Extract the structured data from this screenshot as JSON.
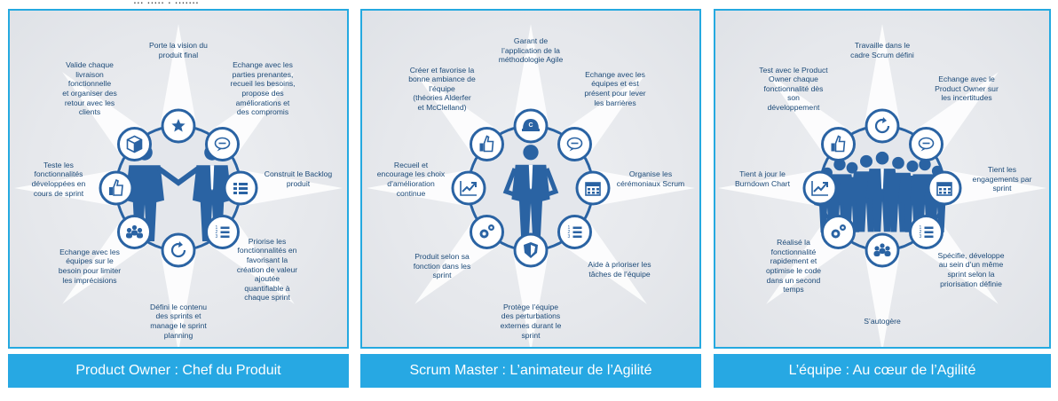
{
  "top_partial": "... ..... . .......",
  "colors": {
    "border": "#25a9e0",
    "caption_bg": "#27a8e3",
    "ring": "#2a63a3",
    "text": "#1c4a78"
  },
  "panels": [
    {
      "title": "Product Owner : Chef du Produit",
      "figure": "handshake",
      "icons": [
        "star-icon",
        "chat-icon",
        "list-icon",
        "numbered-list-icon",
        "cycle-icon",
        "team-icon",
        "thumbs-up-icon",
        "cube-icon"
      ],
      "texts": [
        "Porte la vision du\nproduit final",
        "Echange avec les\nparties prenantes,\nrecueil les besoins,\npropose des\naméliorations et\ndes compromis",
        "Construit le Backlog\nproduit",
        "Priorise les\nfonctionnalités en\nfavorisant la\ncréation de valeur\najoutée\nquantifiable à\nchaque sprint",
        "Défini le contenu\ndes sprints et\nmanage le sprint\nplanning",
        "Echange avec les\néquipes sur le\nbesoin pour limiter\nles imprécisions",
        "Teste les\nfonctionnalités\ndéveloppées en\ncours de sprint",
        "Valide chaque\nlivraison\nfonctionnelle\net organiser des\nretour avec les\nclients"
      ]
    },
    {
      "title": "Scrum Master : L’animateur de l’Agilité",
      "figure": "single",
      "icons": [
        "helmet-icon",
        "chat-icon",
        "calendar-icon",
        "numbered-list-icon",
        "shield-icon",
        "gears-icon",
        "chart-up-icon",
        "thumbs-up-icon"
      ],
      "texts": [
        "Garant de\nl’application de la\nméthodologie Agile",
        "Echange avec les\néquipes et est\nprésent pour lever\nles barrières",
        "Organise les\ncérémoniaux Scrum",
        "Aide à prioriser les\ntâches de l’équipe",
        "Protège l’équipe\ndes perturbations\nexternes durant le\nsprint",
        "Produit selon sa\nfonction dans les\nsprint",
        "Recueil et\nencourage les choix\nd’amélioration\ncontinue",
        "Créer et favorise la\nbonne ambiance de\nl’équipe\n(théories Alderfer\net McClelland)"
      ]
    },
    {
      "title": "L’équipe : Au cœur de l’Agilité",
      "figure": "group",
      "icons": [
        "cycle-icon",
        "chat-icon",
        "calendar-icon",
        "numbered-list-icon",
        "team-icon",
        "gears-icon",
        "chart-up-icon",
        "thumbs-up-icon"
      ],
      "texts": [
        "Travaille dans le\ncadre Scrum défini",
        "Echange avec le\nProduct Owner sur\nles incertitudes",
        "Tient les\nengagements par\nsprint",
        "Spécifie, développe\nau sein d’un même\nsprint selon la\npriorisation définie",
        "S’autogère",
        "Réalisé la\nfonctionnalité\nrapidement et\noptimise le code\ndans un second\ntemps",
        "Tient à jour le\nBurndown Chart",
        "Test avec le Product\nOwner chaque\nfonctionnalité dès\nson\ndéveloppement"
      ]
    }
  ]
}
